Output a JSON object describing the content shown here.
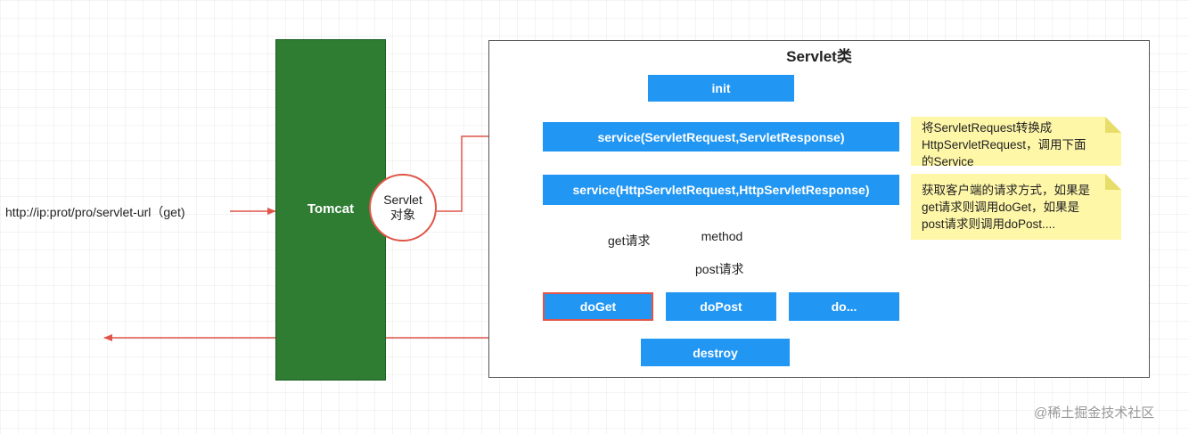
{
  "request_url": "http://ip:prot/pro/servlet-url（get)",
  "tomcat": {
    "label": "Tomcat"
  },
  "servlet_object": {
    "line1": "Servlet",
    "line2": "对象"
  },
  "servlet_class": {
    "title": "Servlet类",
    "init": "init",
    "service_generic": "service(ServletRequest,ServletResponse)",
    "service_http": "service(HttpServletRequest,HttpServletResponse)",
    "decision": "method",
    "branch_get": "get请求",
    "branch_post": "post请求",
    "do_get": "doGet",
    "do_post": "doPost",
    "do_other": "do...",
    "destroy": "destroy"
  },
  "notes": {
    "convert": {
      "line1": "将ServletRequest转换成",
      "line2": "HttpServletRequest，调用下面",
      "line3": "的Service"
    },
    "dispatch": {
      "line1": "获取客户端的请求方式，如果是",
      "line2": "get请求则调用doGet，如果是",
      "line3": "post请求则调用doPost...."
    }
  },
  "colors": {
    "tomcat": "#2e7d32",
    "method_box": "#2196f3",
    "arrow": "#e05548",
    "note": "#fff7a8"
  },
  "watermark": "@稀土掘金技术社区"
}
